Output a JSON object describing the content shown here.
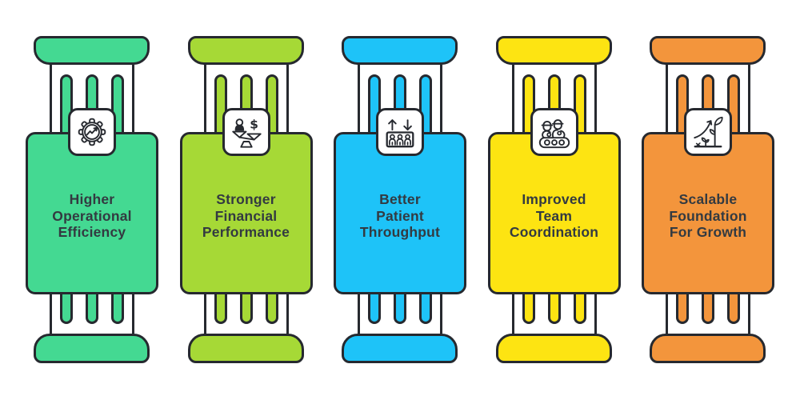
{
  "background": "#ffffff",
  "outline_color": "#26292F",
  "text_color": "#333A41",
  "pillars": [
    {
      "title": "Higher\nOperational\nEfficiency",
      "color": "#44D992",
      "icon": "gear-trend-icon"
    },
    {
      "title": "Stronger\nFinancial\nPerformance",
      "color": "#A6D936",
      "icon": "balance-scale-icon",
      "currency_symbol": "$"
    },
    {
      "title": "Better\nPatient\nThroughput",
      "color": "#1EC3F8",
      "icon": "patient-flow-icon"
    },
    {
      "title": "Improved\nTeam\nCoordination",
      "color": "#FDE412",
      "icon": "team-cart-icon"
    },
    {
      "title": "Scalable\nFoundation\nFor Growth",
      "color": "#F3953C",
      "icon": "growth-plant-icon"
    }
  ]
}
